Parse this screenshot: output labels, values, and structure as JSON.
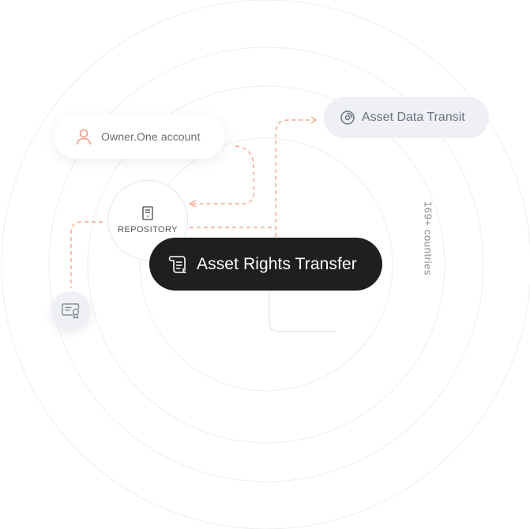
{
  "nodes": {
    "owner_account": {
      "label": "Owner.One account",
      "icon": "user-icon"
    },
    "asset_data_transit": {
      "label": "Asset Data Transit",
      "icon": "disc-icon"
    },
    "asset_rights_transfer": {
      "label": "Asset Rights Transfer",
      "icon": "scroll-icon"
    },
    "repository": {
      "label": "REPOSITORY",
      "icon": "server-icon"
    },
    "certificate": {
      "icon": "certificate-icon"
    }
  },
  "annotation": {
    "coverage": "169+ countries"
  },
  "colors": {
    "accent": "#f4a58f",
    "dark": "#1f1f1f",
    "light_pill": "#eef0f5",
    "ring": "#ececec"
  }
}
